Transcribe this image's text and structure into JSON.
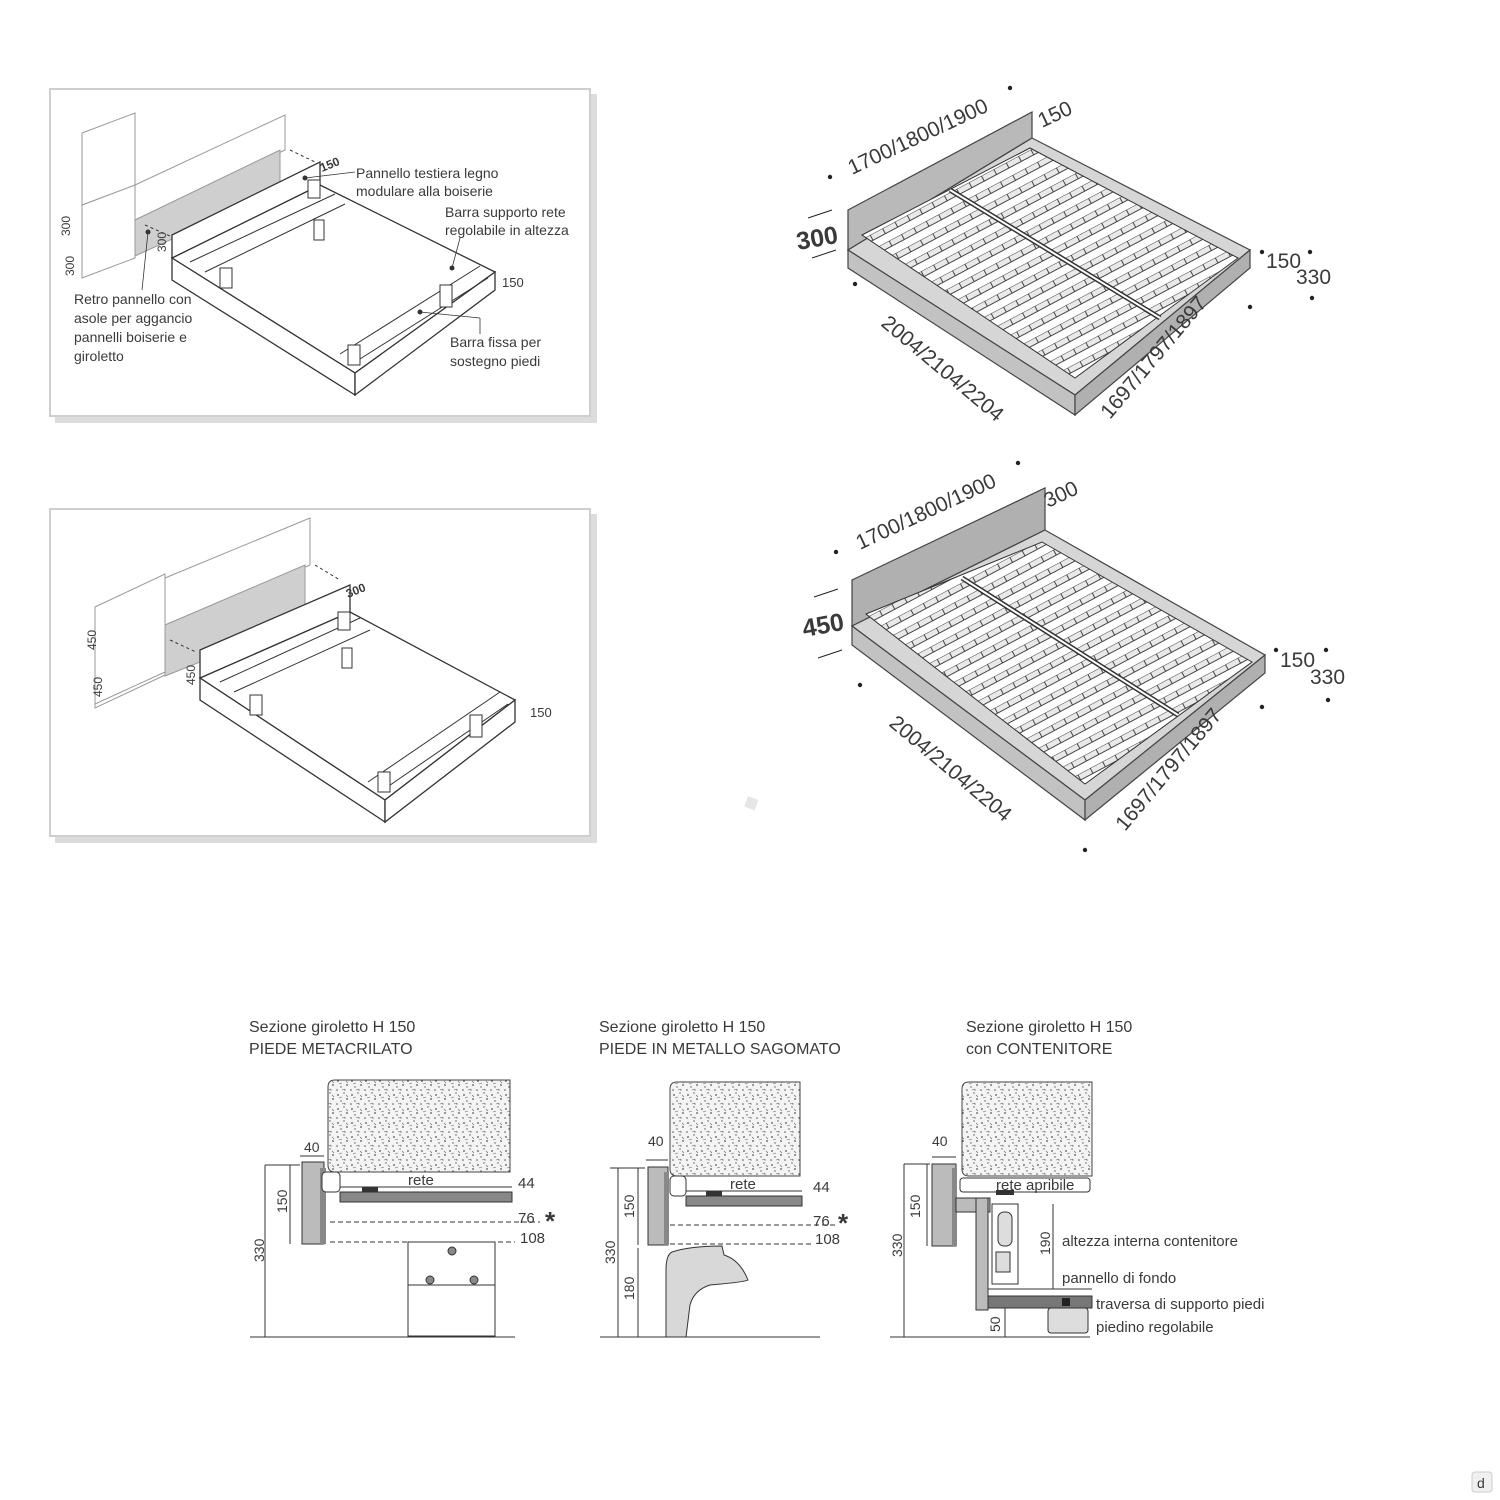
{
  "panel1": {
    "dim_top": "150",
    "dim_side": "150",
    "dim_h1": "300",
    "dim_h2": "300",
    "dim_frame": "300",
    "callouts": [
      {
        "lines": [
          "Pannello testiera legno",
          "modulare alla boiserie"
        ]
      },
      {
        "lines": [
          "Barra supporto rete",
          "regolabile in altezza"
        ]
      },
      {
        "lines": [
          "Retro pannello con",
          "asole per aggancio",
          "pannelli  boiserie  e",
          "giroletto"
        ]
      },
      {
        "lines": [
          "Barra fissa per",
          "sostegno piedi"
        ]
      }
    ]
  },
  "panel2": {
    "dim_top": "300",
    "dim_side": "150",
    "dim_h1": "450",
    "dim_h2": "450",
    "dim_frame": "450"
  },
  "bed1": {
    "width": "1700/1800/1900",
    "head_depth": "150",
    "head_height": "300",
    "length": "2004/2104/2204",
    "inner": "1697/1797/1897",
    "frame_h": "150",
    "total_h": "330"
  },
  "bed2": {
    "width": "1700/1800/1900",
    "head_depth": "300",
    "head_height": "450",
    "length": "2004/2104/2204",
    "inner": "1697/1797/1897",
    "frame_h": "150",
    "total_h": "330"
  },
  "sections": [
    {
      "title": "Sezione giroletto H 150",
      "subtitle": "PIEDE METACRILATO",
      "w": "40",
      "h150": "150",
      "h330": "330",
      "rete": "rete",
      "d44": "44",
      "d76": "76",
      "d108": "108",
      "star": "*"
    },
    {
      "title": "Sezione giroletto H 150",
      "subtitle": "PIEDE IN METALLO SAGOMATO",
      "w": "40",
      "h150": "150",
      "h330": "330",
      "h180": "180",
      "rete": "rete",
      "d44": "44",
      "d76": "76",
      "d108": "108",
      "star": "*"
    },
    {
      "title": "Sezione giroletto H 150",
      "subtitle": "con CONTENITORE",
      "w": "40",
      "h150": "150",
      "h330": "330",
      "h190": "190",
      "h50": "50",
      "rete": "rete apribile",
      "notes": [
        "altezza interna contenitore",
        "pannello di fondo",
        "traversa di supporto piedi",
        "piedino regolabile"
      ]
    }
  ],
  "corner_badge": "d"
}
